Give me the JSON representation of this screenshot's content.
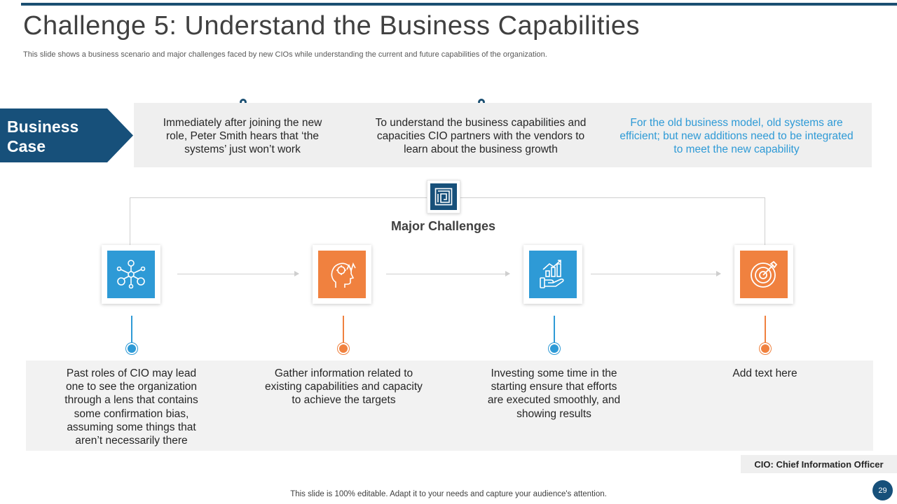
{
  "header": {
    "title": "Challenge 5: Understand the Business Capabilities",
    "subtitle": "This slide shows a business scenario and major challenges faced by new CIOs while understanding the current and future capabilities of the organization."
  },
  "business_case": {
    "label_line1": "Business",
    "label_line2": "Case",
    "items": [
      "Immediately after joining the new role, Peter Smith hears that ‘the systems’ just won’t work",
      "To understand the business capabilities and capacities CIO partners with the vendors to learn about the business growth",
      "For the old business model, old systems are efficient; but new additions need to be integrated to meet the new capability"
    ]
  },
  "major_challenges": {
    "label": "Major Challenges",
    "center_icon": "maze-icon",
    "items": [
      {
        "icon": "network-people-icon",
        "color": "blue",
        "text": "Past roles of CIO may lead one to see the organization through a lens that contains some confirmation bias, assuming some things that aren’t necessarily there"
      },
      {
        "icon": "head-thinking-icon",
        "color": "orange",
        "text": "Gather information related to existing capabilities and capacity to achieve the targets"
      },
      {
        "icon": "hand-growth-icon",
        "color": "blue",
        "text": "Investing some time in the starting ensure that efforts are executed smoothly, and showing results"
      },
      {
        "icon": "target-icon",
        "color": "orange",
        "text": "Add text here"
      }
    ]
  },
  "note": "CIO: Chief Information Officer",
  "footer": "This slide is 100% editable. Adapt it to your needs and capture your audience's attention.",
  "page_number": "29",
  "colors": {
    "navy": "#17507a",
    "blue": "#2e9ad6",
    "orange": "#f0813f",
    "panel_gray": "#efefef"
  }
}
